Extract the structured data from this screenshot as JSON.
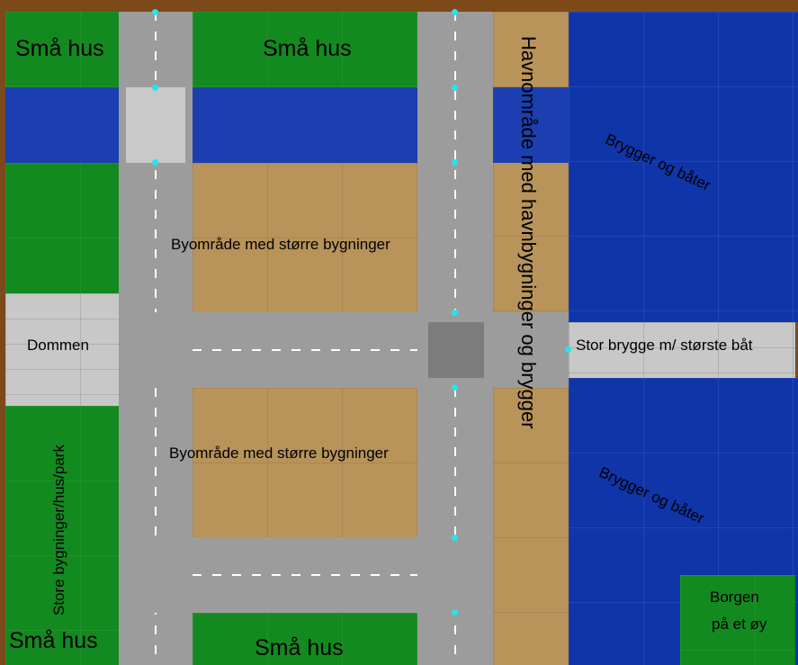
{
  "labels": {
    "small_houses_tl": "Små hus",
    "small_houses_tc": "Små hus",
    "small_houses_bl": "Små hus",
    "small_houses_bc": "Små hus",
    "harbor": "Havnområde med havnbygninger og brygger",
    "docks_top": "Brygger og båter",
    "docks_bottom": "Brygger og båter",
    "city_top": "Byområde med større bygninger",
    "city_bottom": "Byområde med større bygninger",
    "dommen": "Dommen",
    "big_pier": "Stor brygge m/ største båt",
    "big_buildings": "Store bygninger/hus/park",
    "castle_line1": "Borgen",
    "castle_line2": "på et øy"
  },
  "colors": {
    "grass": "#138a1f",
    "sand": "#b8935a",
    "water": "#0f35a8",
    "road": "#9c9c9c",
    "marker": "#27e3f0"
  }
}
